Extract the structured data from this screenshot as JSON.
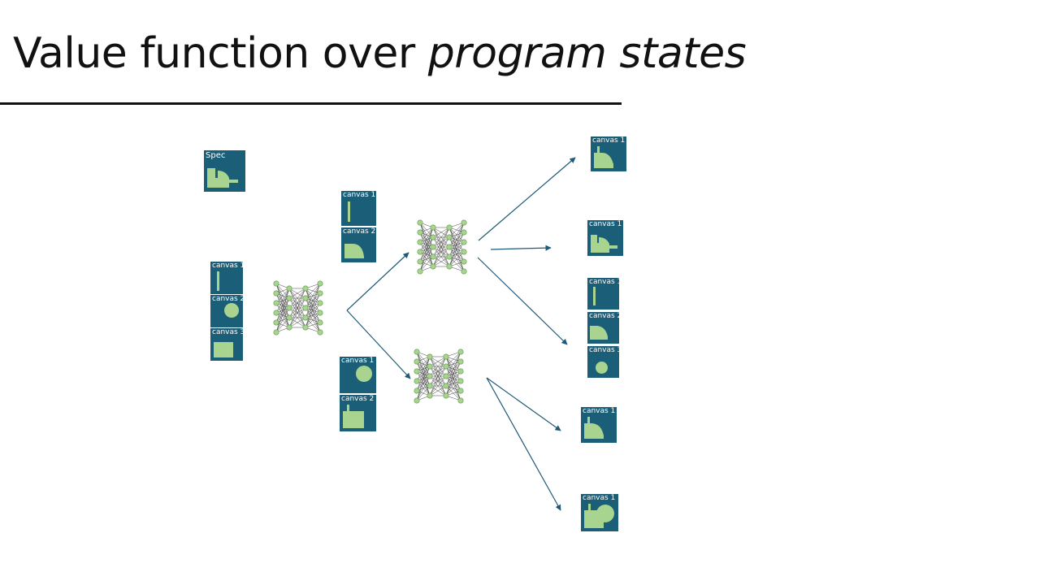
{
  "slide": {
    "title_main": "Value function over ",
    "title_emphasis": "program states"
  },
  "spec": {
    "label": "Spec"
  },
  "canvas_labels": {
    "c1": "canvas 1",
    "c2": "canvas 2",
    "c3": "canvas 3"
  },
  "colors": {
    "tile": "#1b5e77",
    "shape": "#a8d48f",
    "node": "#a8d48f",
    "arrow": "#1d5a78"
  }
}
